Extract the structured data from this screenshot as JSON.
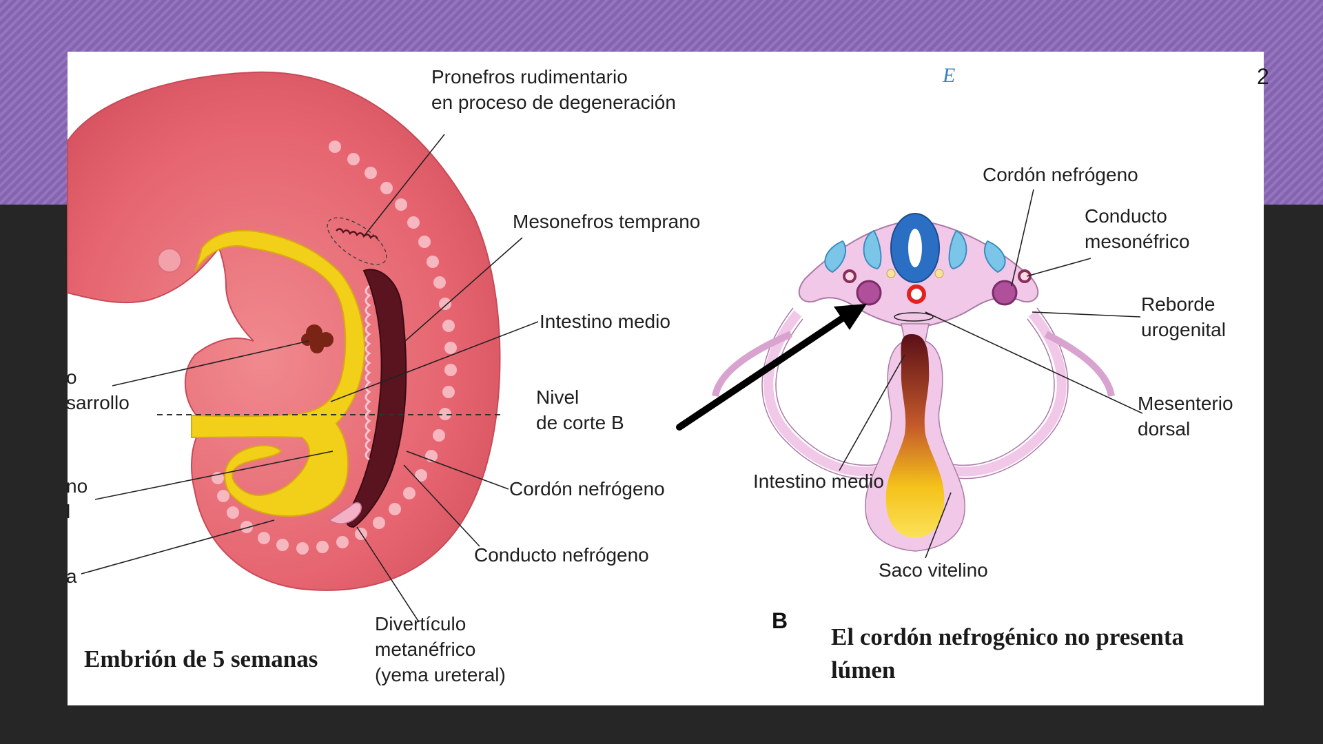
{
  "panel_a": {
    "caption": "Embrión de 5 semanas",
    "labels": {
      "pronefros": "Pronefros rudimentario\nen proceso de degeneración",
      "mesonefros": "Mesonefros temprano",
      "intestino": "Intestino medio",
      "nivel": "Nivel\nde corte B",
      "cordon": "Cordón nefrógeno",
      "conducto": "Conducto nefrógeno",
      "diverticulo": "Divertículo\nmetanéfrico\n(yema ureteral)",
      "cut_left_1": "o\nsarrollo",
      "cut_left_2": "no\nl",
      "cut_left_3": "a"
    }
  },
  "panel_b": {
    "panel_letter": "B",
    "caption": "El cordón nefrogénico no presenta\nlúmen",
    "labels": {
      "cordon": "Cordón nefrógeno",
      "conducto_meso": "Conducto\nmesonéfrico",
      "reborde": "Reborde\nurogenital",
      "mesenterio": "Mesenterio\ndorsal",
      "intestino": "Intestino medio",
      "saco": "Saco vitelino"
    }
  },
  "corner_marks": {
    "e": "E",
    "num": "2"
  },
  "colors": {
    "background_band": "#8b68b8",
    "background_dark": "#262626",
    "embryo_pink": "#e66a78",
    "gut_yellow": "#f3d11a",
    "duct_dark": "#5a1420",
    "section_lilac": "#f0c5e6",
    "neural_blue": "#2a6fc4"
  }
}
